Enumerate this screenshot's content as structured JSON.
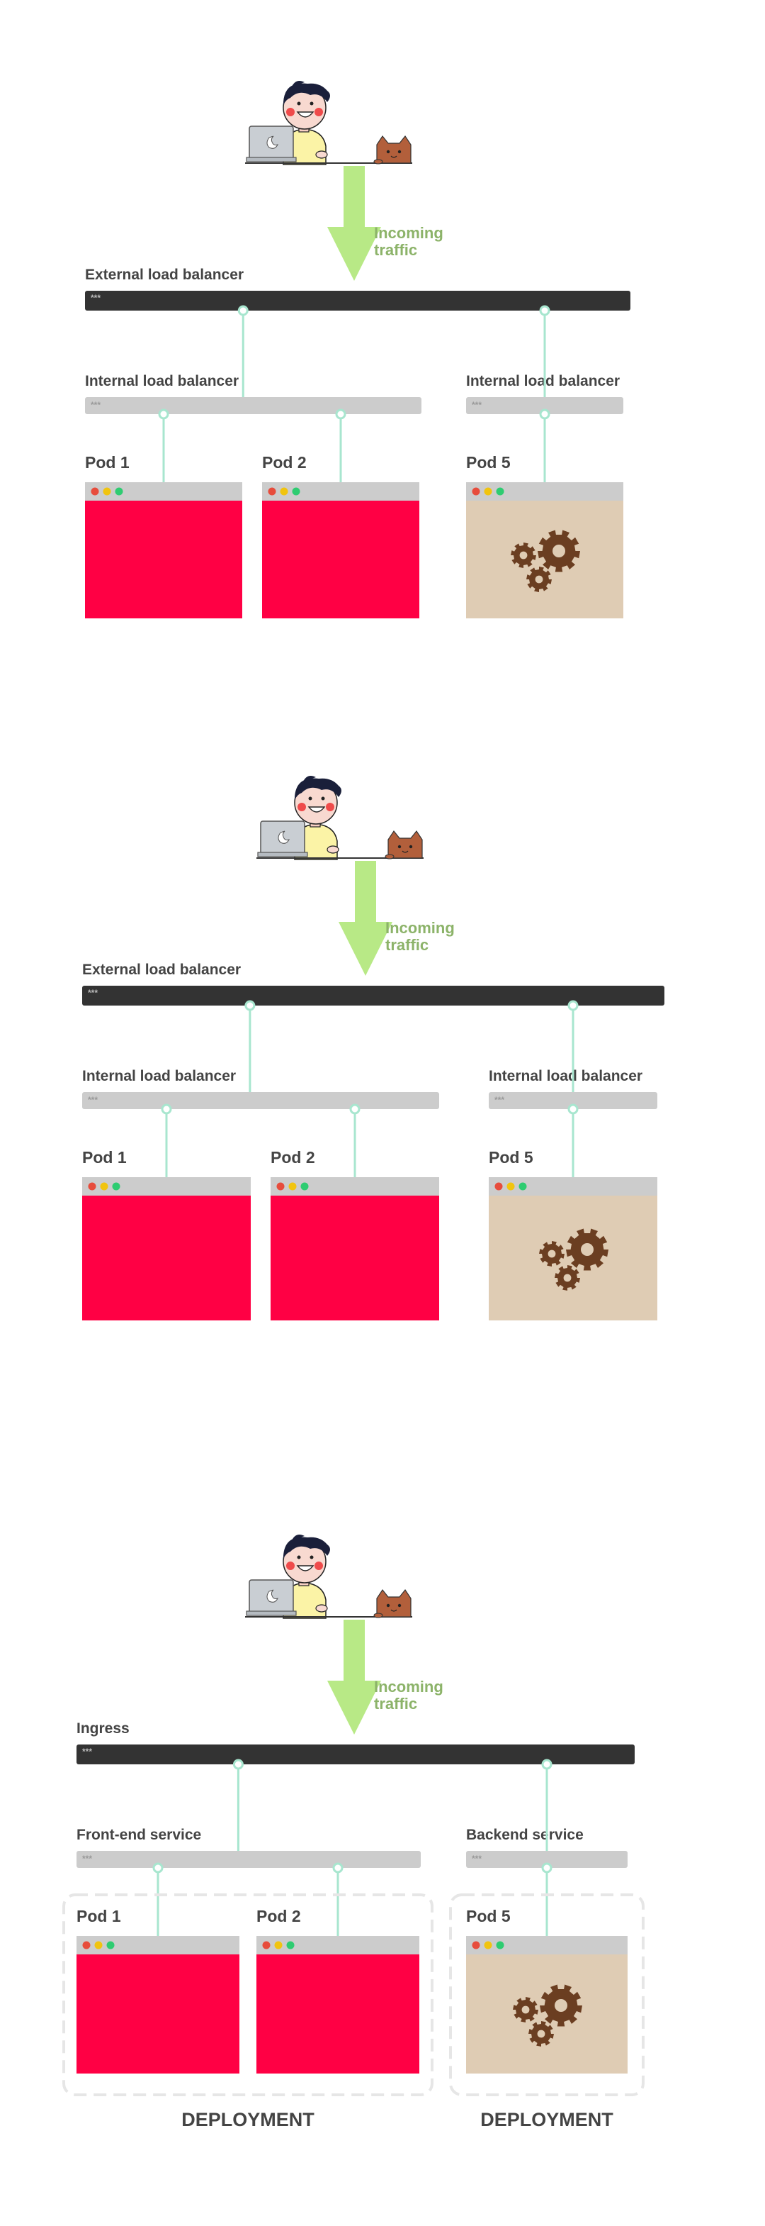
{
  "colors": {
    "background": "#ffffff",
    "external_bar": "#333333",
    "internal_bar": "#cccccc",
    "connector": "#a8e6cf",
    "traffic_arrow": "#b8e986",
    "traffic_text": "#8cb369",
    "pod_red": "#ff0044",
    "pod_beige": "#dfccb4",
    "pod_header": "#cccccc",
    "gear": "#6b3e21",
    "label_text": "#444444",
    "deployment_border": "#e6e6e6",
    "window_dot_red": "#e74c3c",
    "window_dot_yellow": "#f1c40f",
    "window_dot_green": "#2ecc71"
  },
  "icons": {
    "developer": "developer-with-laptop-icon",
    "cat": "cat-icon",
    "gears": "gears-icon",
    "window_controls": "window-controls-icon",
    "arrow": "arrow-down-icon"
  },
  "panels": [
    {
      "traffic_label": [
        "Incoming",
        "traffic"
      ],
      "external_label": "External load balancer",
      "external_bar_text": "***",
      "left_service_label": "Internal load balancer",
      "right_service_label": "Internal load balancer",
      "service_bar_text": "***",
      "pods": [
        {
          "label": "Pod 1",
          "kind": "red"
        },
        {
          "label": "Pod 2",
          "kind": "red"
        },
        {
          "label": "Pod 5",
          "kind": "gears"
        }
      ]
    },
    {
      "traffic_label": [
        "Incoming",
        "traffic"
      ],
      "external_label": "External load balancer",
      "external_bar_text": "***",
      "left_service_label": "Internal load balancer",
      "right_service_label": "Internal load balancer",
      "service_bar_text": "***",
      "pods": [
        {
          "label": "Pod 1",
          "kind": "red"
        },
        {
          "label": "Pod 2",
          "kind": "red"
        },
        {
          "label": "Pod 5",
          "kind": "gears"
        }
      ]
    },
    {
      "traffic_label": [
        "Incoming",
        "traffic"
      ],
      "external_label": "Ingress",
      "external_bar_text": "***",
      "left_service_label": "Front-end service",
      "right_service_label": "Backend service",
      "service_bar_text": "***",
      "pods": [
        {
          "label": "Pod 1",
          "kind": "red"
        },
        {
          "label": "Pod 2",
          "kind": "red"
        },
        {
          "label": "Pod 5",
          "kind": "gears"
        }
      ],
      "deployments": [
        "DEPLOYMENT",
        "DEPLOYMENT"
      ]
    }
  ]
}
